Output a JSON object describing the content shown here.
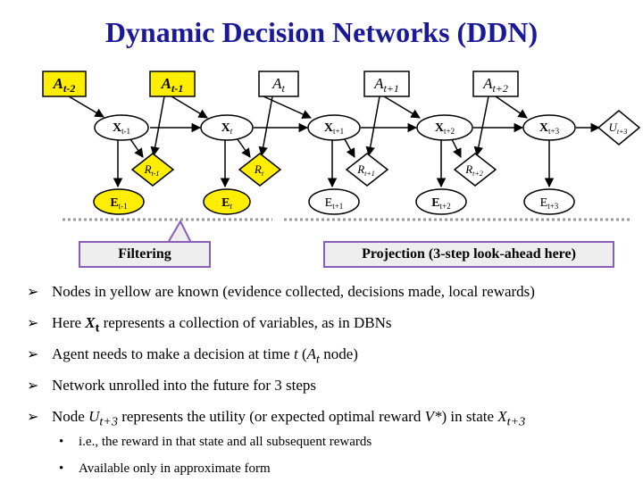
{
  "title": "Dynamic Decision Networks (DDN)",
  "nodes": {
    "actions": [
      {
        "base": "A",
        "sub": "t-2"
      },
      {
        "base": "A",
        "sub": "t-1"
      },
      {
        "base": "A",
        "sub": "t"
      },
      {
        "base": "A",
        "sub": "t+1"
      },
      {
        "base": "A",
        "sub": "t+2"
      }
    ],
    "states": [
      {
        "base": "X",
        "sub": "t-1"
      },
      {
        "base": "X",
        "sub": "t"
      },
      {
        "base": "X",
        "sub": "t+1"
      },
      {
        "base": "X",
        "sub": "t+2"
      },
      {
        "base": "X",
        "sub": "t+3"
      }
    ],
    "rewards": [
      {
        "base": "R",
        "sub": "t-1"
      },
      {
        "base": "R",
        "sub": "t"
      },
      {
        "base": "R",
        "sub": "t+1"
      },
      {
        "base": "R",
        "sub": "t+2"
      }
    ],
    "evidence": [
      {
        "base": "E",
        "sub": "t-1"
      },
      {
        "base": "E",
        "sub": "t"
      },
      {
        "base": "E",
        "sub": "t+1"
      },
      {
        "base": "E",
        "sub": "t+2"
      },
      {
        "base": "E",
        "sub": "t+3"
      }
    ],
    "utility": {
      "base": "U",
      "sub": "t+3"
    }
  },
  "labels": {
    "filtering": "Filtering",
    "projection": "Projection (3-step look-ahead here)"
  },
  "bullets": [
    {
      "pre": "Nodes in yellow are known (evidence collected, decisions made, local rewards)"
    },
    {
      "pre": "Here ",
      "var": "X",
      "var_sub": "t",
      "post": " represents a collection of variables, as in DBNs"
    },
    {
      "pre": "Agent needs to make a decision at time ",
      "var": "t",
      "mid": " (",
      "var2": "A",
      "var2_sub": "t",
      "post": " node)"
    },
    {
      "pre": "Network unrolled into the future for 3 steps"
    },
    {
      "pre": "Node ",
      "var": "U",
      "var_sub": "t+3",
      "mid": " represents the utility (or expected optimal reward ",
      "var2": "V*",
      "post": ") in state ",
      "var3": "X",
      "var3_sub": "t+3"
    }
  ],
  "sub_bullets": [
    "i.e., the reward in that state and all subsequent rewards",
    "Available only in approximate form"
  ],
  "colors": {
    "title": "#1a1a99",
    "known": "#ffee00",
    "unknown": "#ffffff",
    "callout_border": "#8a5db8",
    "callout_bg": "#eeeeee"
  }
}
